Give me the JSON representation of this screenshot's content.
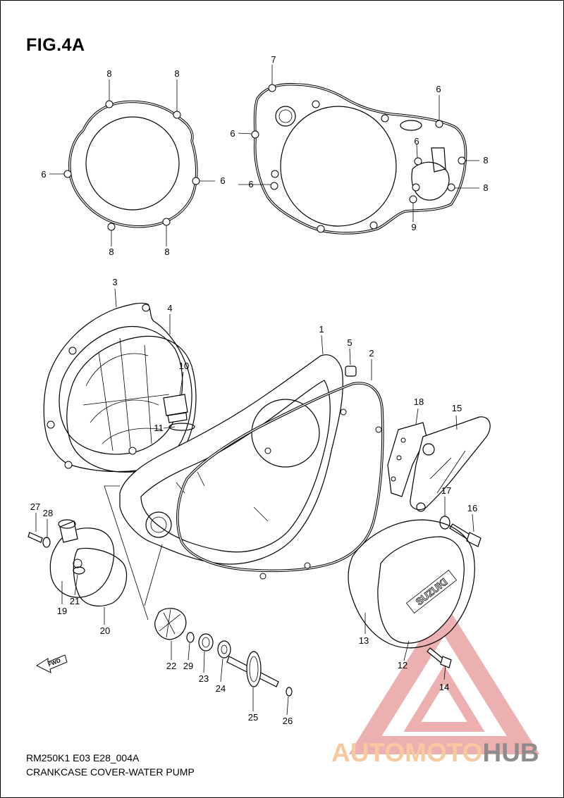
{
  "figure": {
    "title": "FIG.4A",
    "model_code": "RM250K1 E03 E28_004A",
    "caption": "CRANKCASE COVER-WATER PUMP"
  },
  "stamp_text": "SUZUKI",
  "fwd_label": "FWD",
  "watermark": {
    "part1": "AUTOMOTO",
    "part2": "HUB",
    "colors": {
      "triangle": "#e8a0a0",
      "text_light": "#f7c9a0",
      "text_dark": "#8c8c8c"
    }
  },
  "callouts": {
    "c1": "1",
    "c2": "2",
    "c3": "3",
    "c4": "4",
    "c5": "5",
    "c6a": "6",
    "c6b": "6",
    "c6c": "6",
    "c6d": "6",
    "c6e": "6",
    "c6f": "6",
    "c7": "7",
    "c8a": "8",
    "c8b": "8",
    "c8c": "8",
    "c8d": "8",
    "c8e": "8",
    "c8f": "8",
    "c9": "9",
    "c10": "10",
    "c11": "11",
    "c12": "12",
    "c13": "13",
    "c14": "14",
    "c15": "15",
    "c16": "16",
    "c17": "17",
    "c18": "18",
    "c19": "19",
    "c20": "20",
    "c21": "21",
    "c22": "22",
    "c23": "23",
    "c24": "24",
    "c25": "25",
    "c26": "26",
    "c27": "27",
    "c28": "28",
    "c29": "29"
  }
}
